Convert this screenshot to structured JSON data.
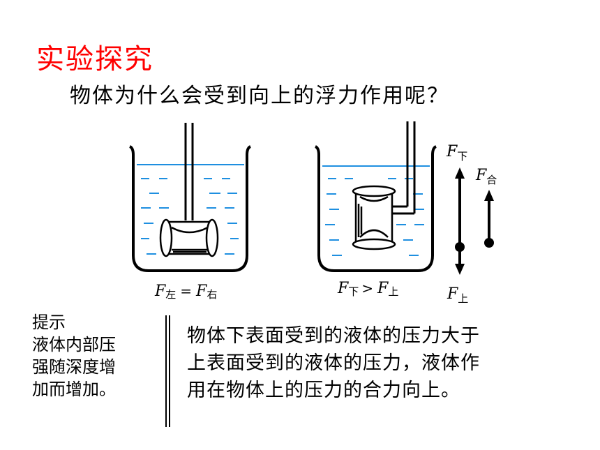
{
  "title": "实验探究",
  "question": "物体为什么会受到向上的浮力作用呢？",
  "diagram": {
    "left_beaker_label": {
      "f1_sub": "左",
      "eq": "=",
      "f2_sub": "右"
    },
    "right_beaker_label": {
      "f1_sub": "下",
      "eq": ">",
      "f2_sub": "上"
    },
    "force_symbol": "F",
    "arrow_labels": {
      "top_sub": "下",
      "resultant_sub": "合",
      "bottom_sub": "上"
    },
    "water_color": "#1e8fe0"
  },
  "hint": {
    "lines": [
      "提示",
      "液体内部压",
      "强随深度增",
      "加而增加。"
    ]
  },
  "explanation": {
    "lines": [
      "物体下表面受到的液体的压力大于",
      "上表面受到的液体的压力，液体作",
      "用在物体上的压力的合力向上。"
    ]
  }
}
